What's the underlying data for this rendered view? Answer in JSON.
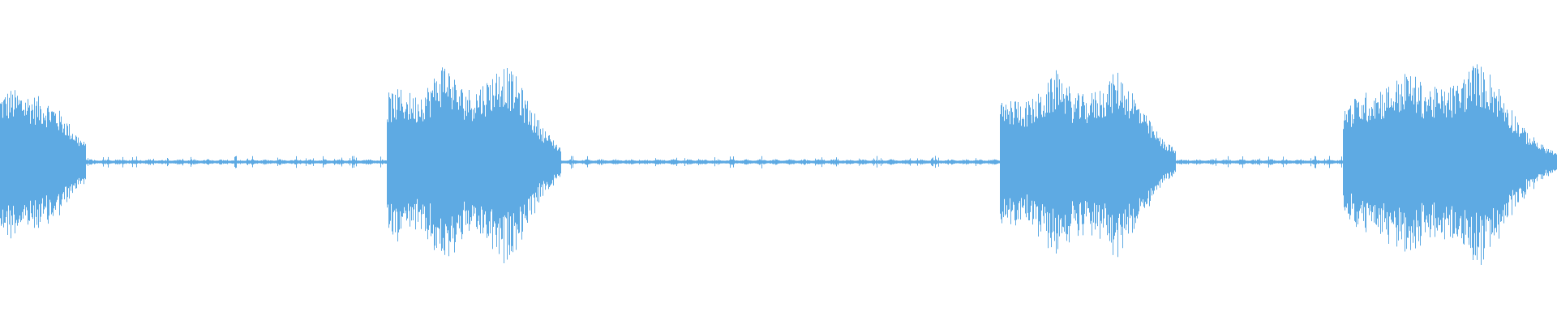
{
  "waveform": {
    "color": "#5eaae3",
    "background": "#ffffff",
    "segments": [
      {
        "type": "burst",
        "start": 0.0,
        "end": 0.055,
        "envelope": [
          0.45,
          0.48,
          0.46,
          0.44,
          0.42,
          0.38,
          0.3,
          0.2,
          0.12
        ]
      },
      {
        "type": "quiet",
        "start": 0.055,
        "end": 0.248
      },
      {
        "type": "burst",
        "start": 0.248,
        "end": 0.36,
        "envelope": [
          0.45,
          0.48,
          0.44,
          0.52,
          0.68,
          0.5,
          0.48,
          0.55,
          0.65,
          0.55,
          0.35,
          0.2,
          0.1
        ]
      },
      {
        "type": "quiet",
        "start": 0.36,
        "end": 0.642
      },
      {
        "type": "burst",
        "start": 0.642,
        "end": 0.755,
        "envelope": [
          0.38,
          0.42,
          0.4,
          0.48,
          0.62,
          0.45,
          0.44,
          0.5,
          0.6,
          0.48,
          0.3,
          0.16,
          0.08
        ]
      },
      {
        "type": "quiet",
        "start": 0.755,
        "end": 0.862
      },
      {
        "type": "burst",
        "start": 0.862,
        "end": 1.0,
        "envelope": [
          0.36,
          0.44,
          0.48,
          0.52,
          0.6,
          0.5,
          0.48,
          0.52,
          0.66,
          0.58,
          0.4,
          0.22,
          0.12,
          0.06
        ]
      }
    ]
  }
}
